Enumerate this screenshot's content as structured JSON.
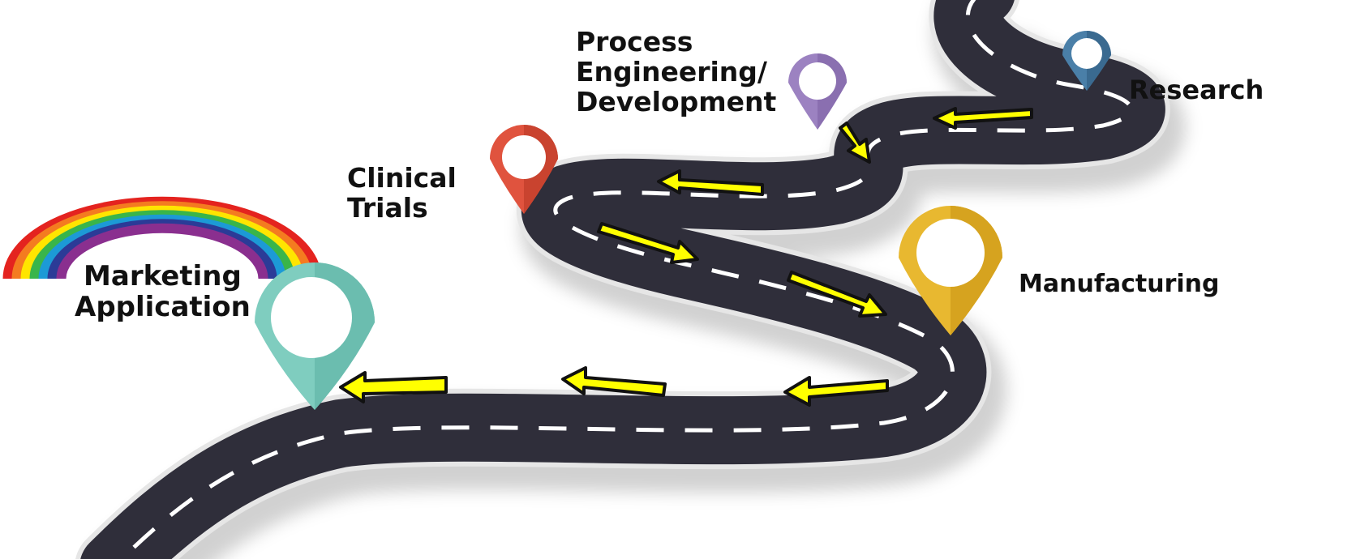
{
  "stages": [
    {
      "id": "research",
      "lines": [
        "Research"
      ],
      "pin_color": "#4a7fa8"
    },
    {
      "id": "process",
      "lines": [
        "Process",
        "Engineering/",
        "Development"
      ],
      "pin_color": "#9c82c1"
    },
    {
      "id": "clinical",
      "lines": [
        "Clinical",
        "Trials"
      ],
      "pin_color": "#e0533e"
    },
    {
      "id": "manufacturing",
      "lines": [
        "Manufacturing"
      ],
      "pin_color": "#e8b830"
    },
    {
      "id": "marketing",
      "lines": [
        "Marketing",
        "Application"
      ],
      "pin_color": "#7fcdbf"
    }
  ],
  "colors": {
    "road": "#2f2e3a",
    "road_edge": "#e6e6e6",
    "road_dash": "#ffffff",
    "arrow_fill": "#ffff00",
    "arrow_stroke": "#111111",
    "rainbow": [
      "#e4231f",
      "#f47b20",
      "#ffe500",
      "#39b54a",
      "#1c9ad6",
      "#2b3b97",
      "#8a2f8f"
    ]
  }
}
